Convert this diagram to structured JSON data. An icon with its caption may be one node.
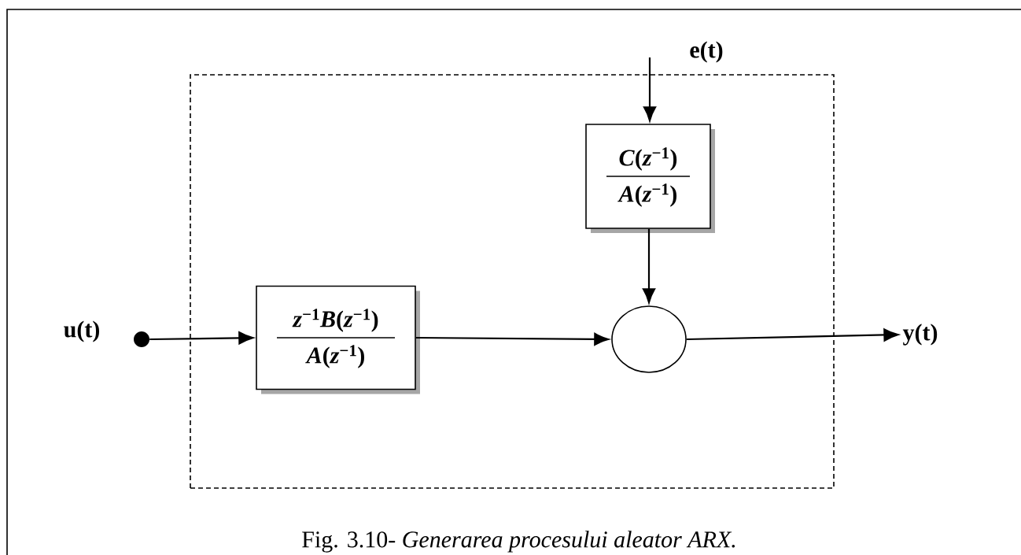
{
  "diagram": {
    "caption": "Fig. 3.10- *Generarea procesului aleator ARX.*",
    "nodes": [
      {
        "text": [],
        "shape": "box"
      },
      {
        "text": [],
        "shape": "circle",
        "beside": [
          "u(t)"
        ]
      },
      {
        "text": [
          "*z*$^{−1}$*B*(*z*$^{−1}$)",
          "*A*(*z*$^{−1}$)"
        ],
        "in": 0
      },
      {
        "text": [
          "*C*(*z*$^{−1}$)",
          "*A*(*z*$^{−1}$)"
        ],
        "in": 0
      },
      {
        "text": [],
        "shape": "circle",
        "in": 0
      },
      {
        "text": [
          "y(t)"
        ]
      }
    ],
    "edges": [
      {
        "from": null,
        "to": 3,
        "arrow": "to"
      },
      {
        "from": 1,
        "to": 2,
        "arrow": "to"
      },
      {
        "from": 2,
        "to": 4,
        "arrow": "to"
      },
      {
        "from": 3,
        "to": 4,
        "arrow": "to"
      },
      {
        "from": 4,
        "to": 5,
        "arrow": "to"
      }
    ],
    "labels": [
      "e(t)"
    ]
  }
}
